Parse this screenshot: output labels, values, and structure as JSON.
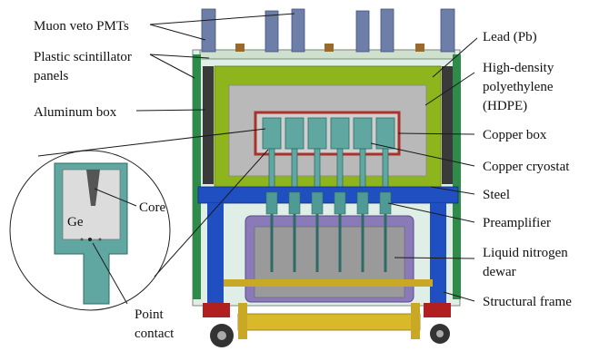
{
  "labels": {
    "muon_veto_pmts": "Muon veto PMTs",
    "plastic_scintillator_line1": "Plastic scintillator",
    "plastic_scintillator_line2": "panels",
    "aluminum_box": "Aluminum box",
    "lead": "Lead (Pb)",
    "hdpe_line1": "High-density",
    "hdpe_line2": "polyethylene",
    "hdpe_line3": "(HDPE)",
    "copper_box": "Copper box",
    "copper_cryostat": "Copper cryostat",
    "steel": "Steel",
    "preamplifier": "Preamplifier",
    "ln2_line1": "Liquid nitrogen",
    "ln2_line2": "dewar",
    "structural_frame": "Structural frame",
    "core": "Core",
    "ge": "Ge",
    "point_contact_line1": "Point",
    "point_contact_line2": "contact"
  },
  "colors": {
    "pmt": "#6d7fa8",
    "scintillator": "#2e8b4a",
    "aluminum": "#3a3a3a",
    "lead": "#8fb51c",
    "hdpe": "#b9b9b9",
    "copper": "#a8322c",
    "cryostat": "#5fa7a0",
    "steel": "#1f4fc0",
    "dewar": "#8a7bb8",
    "frame": "#c8a824",
    "background_panel": "#dfeee6"
  }
}
